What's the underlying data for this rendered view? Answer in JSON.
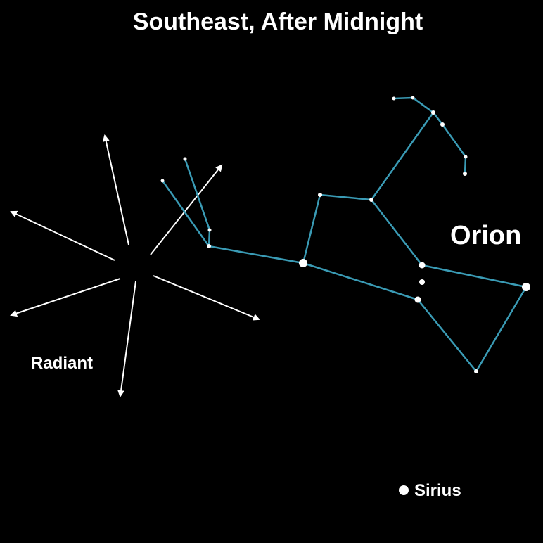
{
  "title": "Southeast, After Midnight",
  "labels": {
    "constellation": "Orion",
    "radiant": "Radiant",
    "star": "Sirius"
  },
  "colors": {
    "background": "#000000",
    "constellation_lines": "#3a9bb5",
    "stars": "#ffffff",
    "meteor_arrows": "#ffffff",
    "text": "#ffffff"
  }
}
